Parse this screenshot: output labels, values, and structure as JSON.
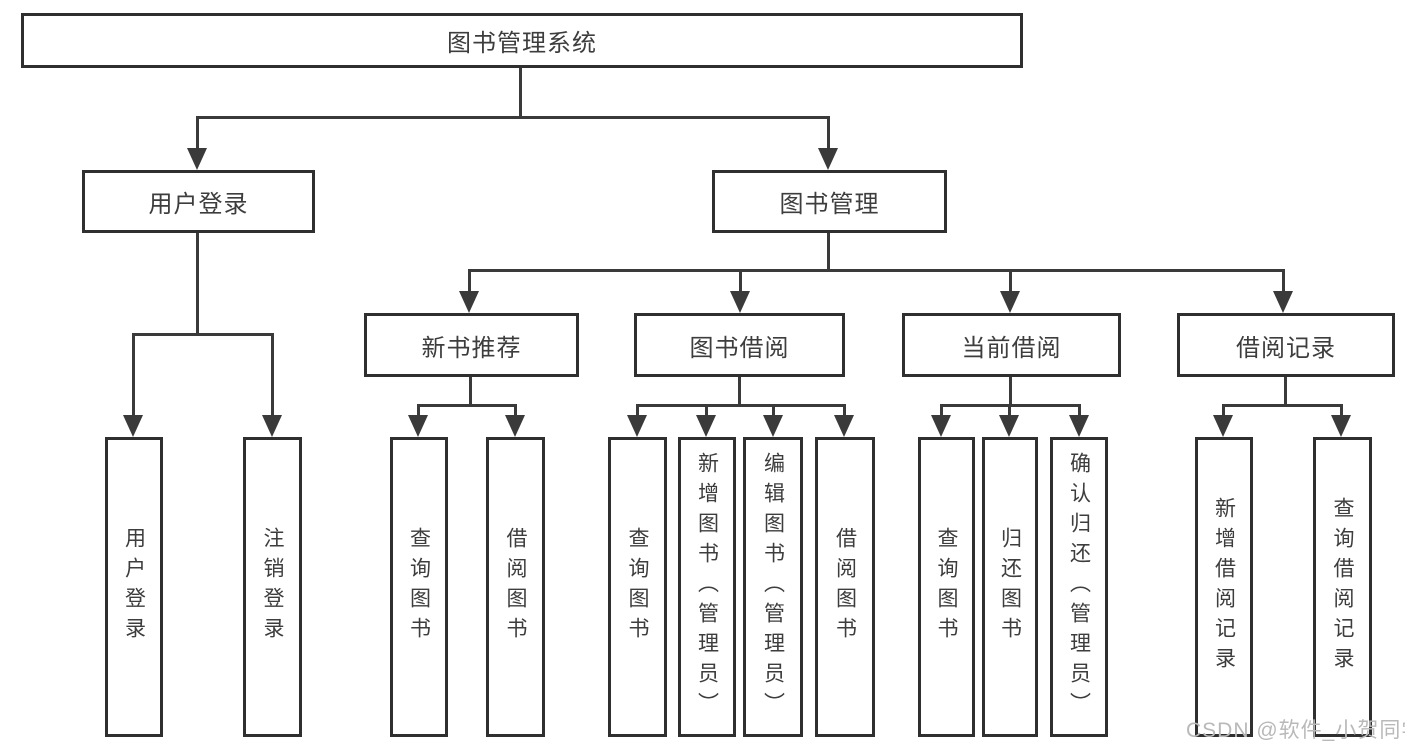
{
  "root": {
    "label": "图书管理系统",
    "children": [
      {
        "label": "用户登录",
        "children": [
          {
            "label": "用户登录"
          },
          {
            "label": "注销登录"
          }
        ]
      },
      {
        "label": "图书管理",
        "children": [
          {
            "label": "新书推荐",
            "children": [
              {
                "label": "查询图书"
              },
              {
                "label": "借阅图书"
              }
            ]
          },
          {
            "label": "图书借阅",
            "children": [
              {
                "label": "查询图书"
              },
              {
                "label": "新增图书（管理员）"
              },
              {
                "label": "编辑图书（管理员）"
              },
              {
                "label": "借阅图书"
              }
            ]
          },
          {
            "label": "当前借阅",
            "children": [
              {
                "label": "查询图书"
              },
              {
                "label": "归还图书"
              },
              {
                "label": "确认归还（管理员）"
              }
            ]
          },
          {
            "label": "借阅记录",
            "children": [
              {
                "label": "新增借阅记录"
              },
              {
                "label": "查询借阅记录"
              }
            ]
          }
        ]
      }
    ]
  },
  "watermark": {
    "text": "CSDN @软件_小贺同学"
  },
  "colors": {
    "line": "#3a3a3a",
    "box_border": "#2f2f2f",
    "text": "#3d3d3d",
    "background": "#ffffff",
    "watermark": "#b9b9b9"
  }
}
